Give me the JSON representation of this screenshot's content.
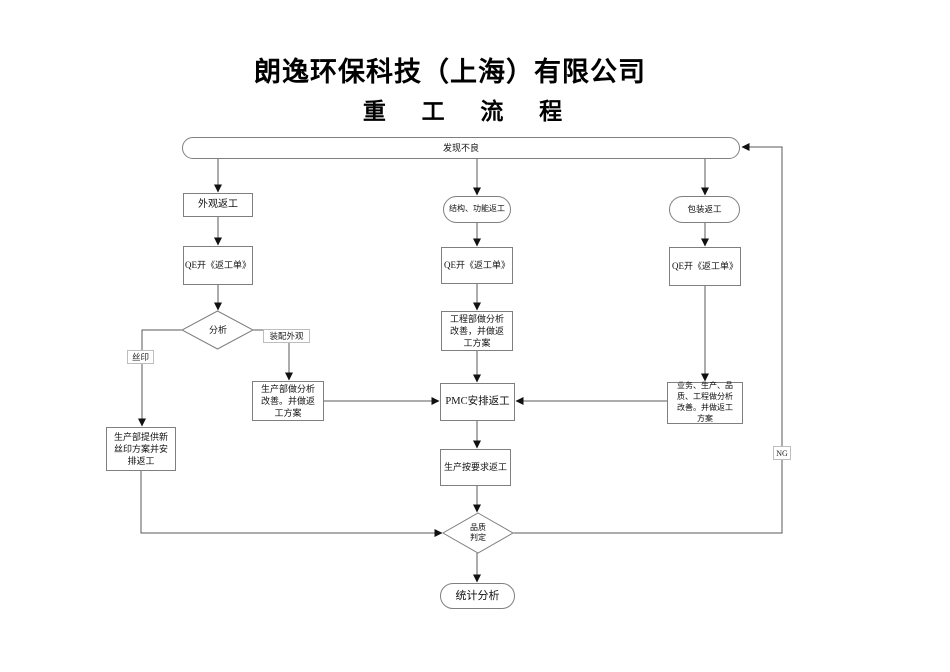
{
  "page": {
    "title": "朗逸环保科技（上海）有限公司",
    "subtitle": "重 工 流 程"
  },
  "colors": {
    "line": "#595959",
    "arrow": "#111111",
    "shape_border": "#7f7f7f",
    "background": "#ffffff"
  },
  "flowchart": {
    "start": "发现不良",
    "branch_appearance": {
      "entry": "外观返工",
      "qe": "QE开《返工单》",
      "decision": "分析",
      "silk_label": "丝印",
      "assembly_label": "装配外观",
      "assembly_action": "生产部做分析\n改善。并做返\n工方案",
      "silk_action": "生产部提供新\n丝印方案并安\n排返工"
    },
    "branch_structure": {
      "entry": "结构、功能返工",
      "qe": "QE开《返工单》",
      "engineering_action": "工程部做分析\n改善，并做返\n工方案"
    },
    "branch_package": {
      "entry": "包装返工",
      "qe": "QE开《返工单》",
      "multi_action": "业务、生产、品\n质、工程做分析\n改善。并做返工\n方案"
    },
    "pmc": "PMC安排返工",
    "production": "生产按要求返工",
    "quality_decision": "品质\n判定",
    "stats": "统计分析",
    "ng_label": "NG"
  }
}
